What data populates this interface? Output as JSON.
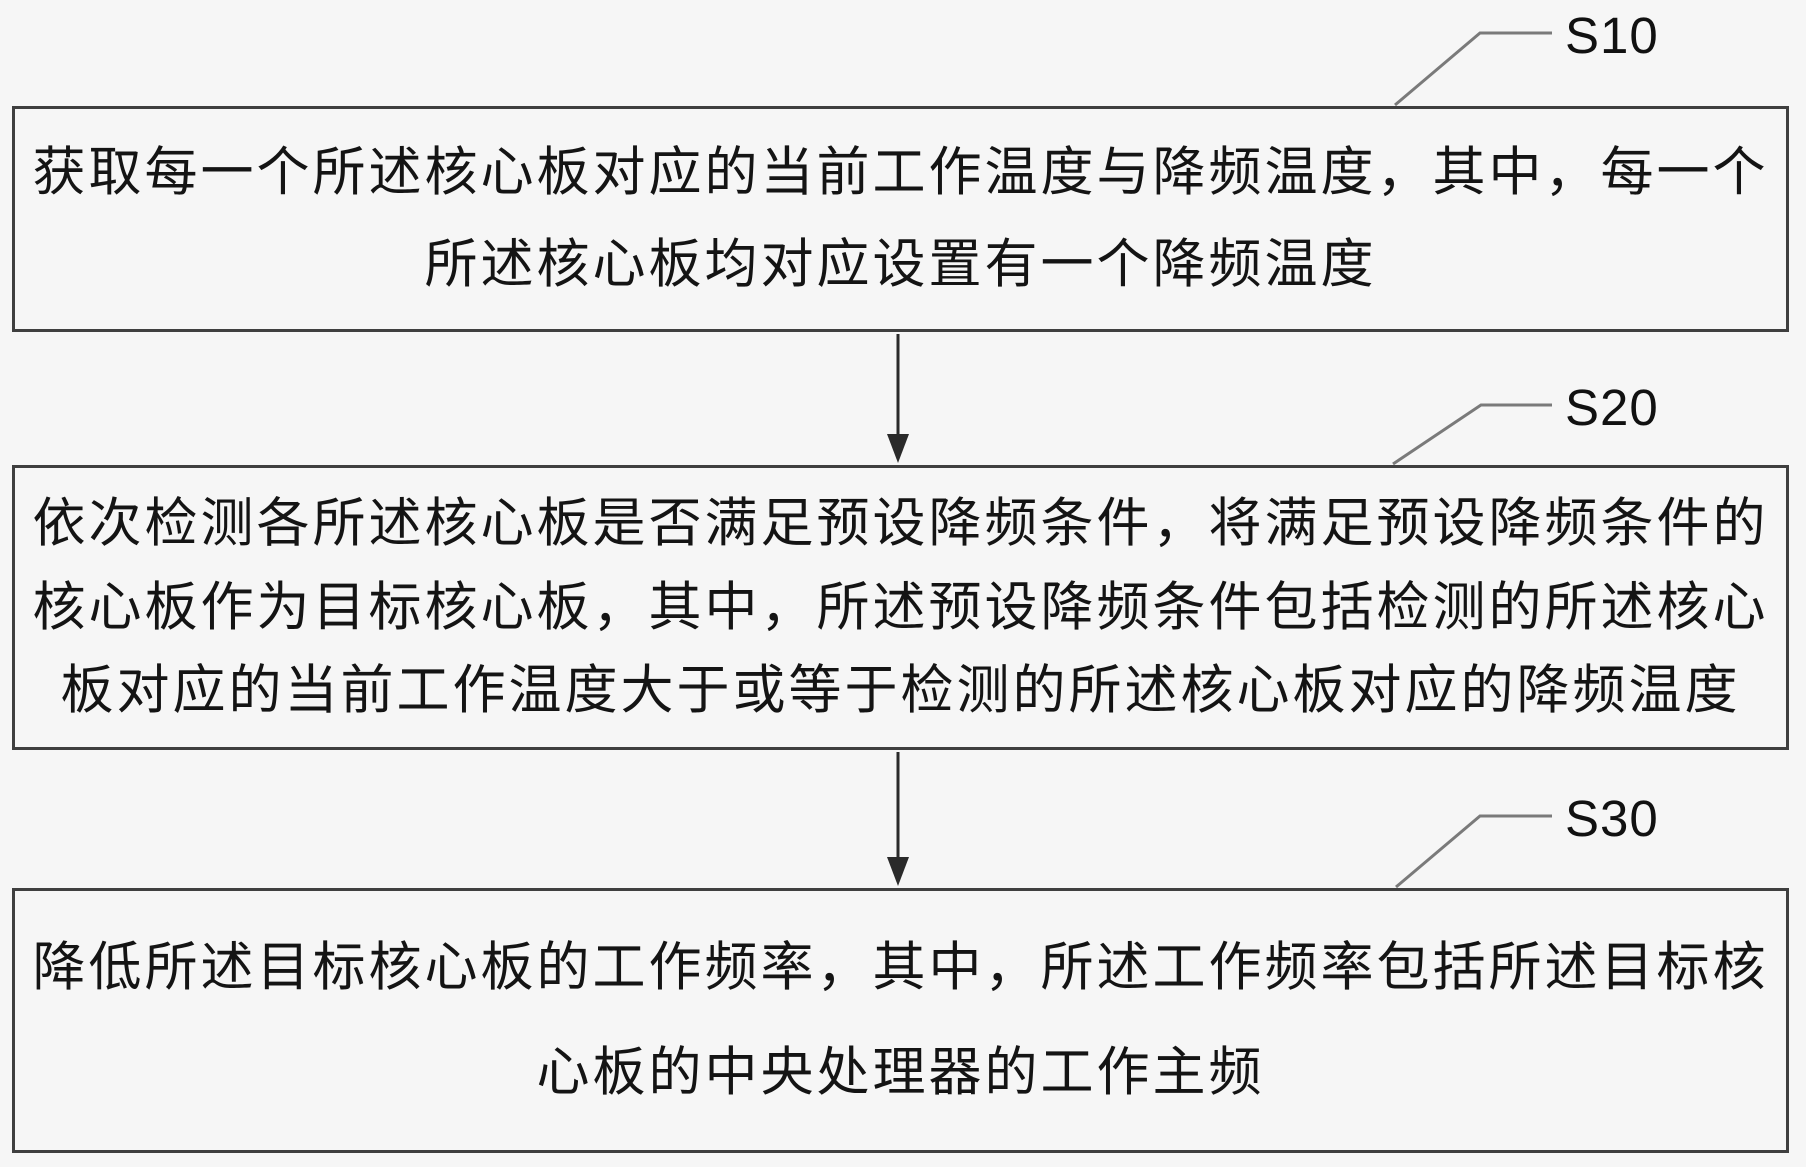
{
  "figure": {
    "type": "patent-method-flowchart",
    "background_color": "#f6f6f6",
    "box_border_color": "#3f3f3f",
    "text_color": "#141414",
    "leader_line_color": "#7a7a7a",
    "arrow_color": "#2a2a2a"
  },
  "steps": [
    {
      "label": "S10",
      "lines": [
        "获取每一个所述核心板对应的当前工作温度与降频温度，其中，每一个",
        "所述核心板均对应设置有一个降频温度"
      ]
    },
    {
      "label": "S20",
      "lines": [
        "依次检测各所述核心板是否满足预设降频条件，将满足预设降频条件的",
        "核心板作为目标核心板，其中，所述预设降频条件包括检测的所述核心",
        "板对应的当前工作温度大于或等于检测的所述核心板对应的降频温度"
      ]
    },
    {
      "label": "S30",
      "lines": [
        "降低所述目标核心板的工作频率，其中，所述工作频率包括所述目标核",
        "心板的中央处理器的工作主频"
      ]
    }
  ]
}
